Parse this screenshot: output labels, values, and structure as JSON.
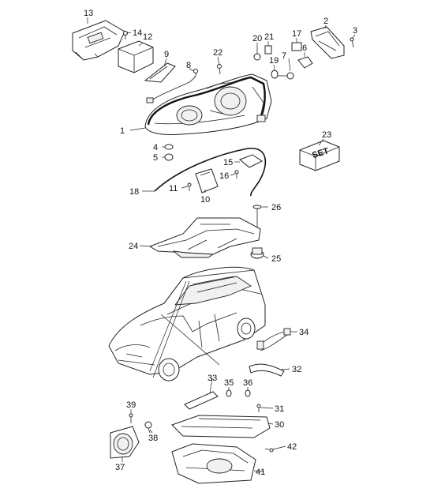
{
  "callouts": [
    {
      "id": "c1",
      "text": "1"
    },
    {
      "id": "c2",
      "text": "2"
    },
    {
      "id": "c3",
      "text": "3"
    },
    {
      "id": "c4",
      "text": "4"
    },
    {
      "id": "c5",
      "text": "5"
    },
    {
      "id": "c6",
      "text": "6"
    },
    {
      "id": "c7",
      "text": "7"
    },
    {
      "id": "c8",
      "text": "8"
    },
    {
      "id": "c9",
      "text": "9"
    },
    {
      "id": "c10",
      "text": "10"
    },
    {
      "id": "c11",
      "text": "11"
    },
    {
      "id": "c12",
      "text": "12"
    },
    {
      "id": "c13",
      "text": "13"
    },
    {
      "id": "c14",
      "text": "14"
    },
    {
      "id": "c15",
      "text": "15"
    },
    {
      "id": "c16",
      "text": "16"
    },
    {
      "id": "c17",
      "text": "17"
    },
    {
      "id": "c18",
      "text": "18"
    },
    {
      "id": "c19",
      "text": "19"
    },
    {
      "id": "c20",
      "text": "20"
    },
    {
      "id": "c21",
      "text": "21"
    },
    {
      "id": "c22",
      "text": "22"
    },
    {
      "id": "c23",
      "text": "23"
    },
    {
      "id": "c24",
      "text": "24"
    },
    {
      "id": "c25",
      "text": "25"
    },
    {
      "id": "c26",
      "text": "26"
    },
    {
      "id": "c30",
      "text": "30"
    },
    {
      "id": "c31",
      "text": "31"
    },
    {
      "id": "c32",
      "text": "32"
    },
    {
      "id": "c33",
      "text": "33"
    },
    {
      "id": "c34",
      "text": "34"
    },
    {
      "id": "c35",
      "text": "35"
    },
    {
      "id": "c36",
      "text": "36"
    },
    {
      "id": "c37",
      "text": "37"
    },
    {
      "id": "c38",
      "text": "38"
    },
    {
      "id": "c39",
      "text": "39"
    },
    {
      "id": "c41",
      "text": "41"
    },
    {
      "id": "c42",
      "text": "42"
    }
  ],
  "set_box_label": "SET"
}
